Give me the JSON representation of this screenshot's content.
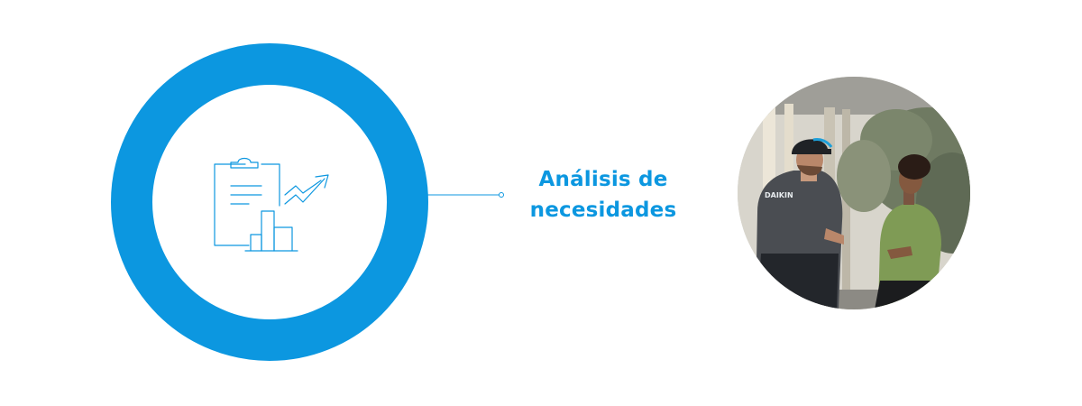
{
  "step": {
    "title_line1": "Análisis de",
    "title_line2": "necesidades"
  },
  "icon": {
    "name": "clipboard-chart-trend-icon"
  },
  "photo": {
    "description_name": "technician-client-photo",
    "jacket_logo": "DAIKIN"
  },
  "colors": {
    "accent": "#0c97e0",
    "background": "#ffffff"
  }
}
